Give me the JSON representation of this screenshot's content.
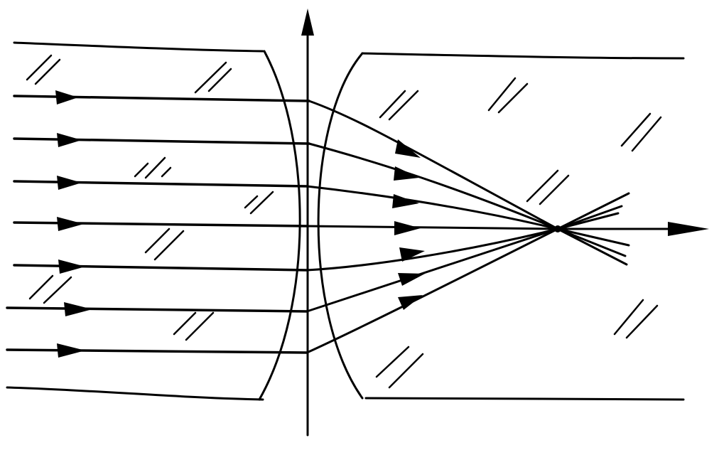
{
  "diagram": {
    "kind": "optics-ray-diagram",
    "description_elements": [
      "glass-medium-left",
      "glass-medium-right",
      "air-gap-lens",
      "optical-axis",
      "incident-rays",
      "refracted-rays",
      "focal-point",
      "hatch-marks"
    ],
    "incident_ray_count": 7,
    "colors": {
      "ink": "#000000",
      "background": "#ffffff"
    }
  }
}
